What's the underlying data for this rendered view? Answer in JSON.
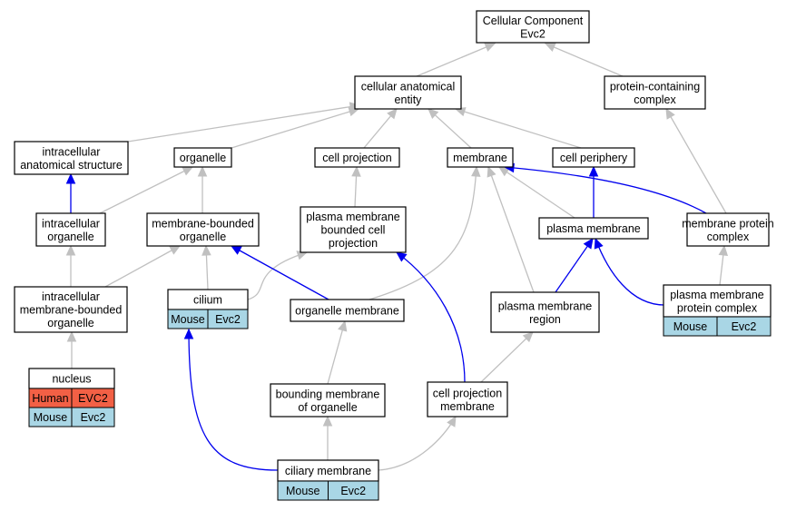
{
  "colors": {
    "edge_gray": "#c0c0c0",
    "edge_blue": "#0000ee",
    "human": "#f26045",
    "mouse": "#a9d6e5"
  },
  "nodes": [
    {
      "id": "cc",
      "lines": [
        "Cellular Component",
        "Evc2"
      ]
    },
    {
      "id": "cae",
      "lines": [
        "cellular anatomical",
        "entity"
      ]
    },
    {
      "id": "pcc",
      "lines": [
        "protein-containing",
        "complex"
      ]
    },
    {
      "id": "ias",
      "lines": [
        "intracellular",
        "anatomical structure"
      ]
    },
    {
      "id": "org",
      "lines": [
        "organelle"
      ]
    },
    {
      "id": "cp",
      "lines": [
        "cell projection"
      ]
    },
    {
      "id": "mem",
      "lines": [
        "membrane"
      ]
    },
    {
      "id": "cper",
      "lines": [
        "cell periphery"
      ]
    },
    {
      "id": "io",
      "lines": [
        "intracellular",
        "organelle"
      ]
    },
    {
      "id": "mbo",
      "lines": [
        "membrane-bounded",
        "organelle"
      ]
    },
    {
      "id": "pmbcp",
      "lines": [
        "plasma membrane",
        "bounded cell",
        "projection"
      ]
    },
    {
      "id": "pm",
      "lines": [
        "plasma membrane"
      ]
    },
    {
      "id": "mpc",
      "lines": [
        "membrane protein",
        "complex"
      ]
    },
    {
      "id": "imbo",
      "lines": [
        "intracellular",
        "membrane-bounded",
        "organelle"
      ]
    },
    {
      "id": "cil",
      "lines": [
        "cilium"
      ],
      "tags": [
        [
          "Mouse",
          "Evc2"
        ]
      ]
    },
    {
      "id": "om",
      "lines": [
        "organelle membrane"
      ]
    },
    {
      "id": "pmr",
      "lines": [
        "plasma membrane",
        "region"
      ]
    },
    {
      "id": "pmpc",
      "lines": [
        "plasma membrane",
        "protein complex"
      ],
      "tags": [
        [
          "Mouse",
          "Evc2"
        ]
      ]
    },
    {
      "id": "nuc",
      "lines": [
        "nucleus"
      ],
      "tags": [
        [
          "Human",
          "EVC2"
        ],
        [
          "Mouse",
          "Evc2"
        ]
      ]
    },
    {
      "id": "bmo",
      "lines": [
        "bounding membrane",
        "of organelle"
      ]
    },
    {
      "id": "cpm",
      "lines": [
        "cell projection",
        "membrane"
      ]
    },
    {
      "id": "cm",
      "lines": [
        "ciliary membrane"
      ],
      "tags": [
        [
          "Mouse",
          "Evc2"
        ]
      ]
    }
  ],
  "edges": [
    {
      "from": "cae",
      "to": "cc",
      "color": "gray"
    },
    {
      "from": "pcc",
      "to": "cc",
      "color": "gray"
    },
    {
      "from": "ias",
      "to": "cae",
      "color": "gray"
    },
    {
      "from": "org",
      "to": "cae",
      "color": "gray"
    },
    {
      "from": "cp",
      "to": "cae",
      "color": "gray"
    },
    {
      "from": "mem",
      "to": "cae",
      "color": "gray"
    },
    {
      "from": "cper",
      "to": "cae",
      "color": "gray"
    },
    {
      "from": "io",
      "to": "ias",
      "color": "blue"
    },
    {
      "from": "io",
      "to": "org",
      "color": "gray"
    },
    {
      "from": "mbo",
      "to": "org",
      "color": "gray"
    },
    {
      "from": "pmbcp",
      "to": "cp",
      "color": "gray"
    },
    {
      "from": "pm",
      "to": "cper",
      "color": "blue"
    },
    {
      "from": "pm",
      "to": "mem",
      "color": "gray"
    },
    {
      "from": "mpc",
      "to": "mem",
      "color": "blue"
    },
    {
      "from": "mpc",
      "to": "pcc",
      "color": "gray"
    },
    {
      "from": "imbo",
      "to": "io",
      "color": "gray"
    },
    {
      "from": "imbo",
      "to": "mbo",
      "color": "gray"
    },
    {
      "from": "cil",
      "to": "mbo",
      "color": "gray"
    },
    {
      "from": "cil",
      "to": "pmbcp",
      "color": "gray"
    },
    {
      "from": "om",
      "to": "mbo",
      "color": "blue"
    },
    {
      "from": "om",
      "to": "mem",
      "color": "gray"
    },
    {
      "from": "pmr",
      "to": "mem",
      "color": "gray"
    },
    {
      "from": "pmr",
      "to": "pm",
      "color": "blue"
    },
    {
      "from": "pmpc",
      "to": "pm",
      "color": "blue"
    },
    {
      "from": "pmpc",
      "to": "mpc",
      "color": "gray"
    },
    {
      "from": "nuc",
      "to": "imbo",
      "color": "gray"
    },
    {
      "from": "bmo",
      "to": "om",
      "color": "gray"
    },
    {
      "from": "cpm",
      "to": "pmbcp",
      "color": "blue"
    },
    {
      "from": "cpm",
      "to": "pmr",
      "color": "gray"
    },
    {
      "from": "cm",
      "to": "bmo",
      "color": "gray"
    },
    {
      "from": "cm",
      "to": "cil",
      "color": "blue"
    },
    {
      "from": "cm",
      "to": "cpm",
      "color": "gray"
    }
  ]
}
